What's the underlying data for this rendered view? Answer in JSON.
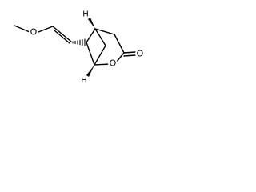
{
  "molecule": {
    "atoms": {
      "methoxy_oxygen": "O",
      "ring_oxygen": "O",
      "carbonyl_oxygen": "O",
      "bridgehead_h_top": "H",
      "bridgehead_h_bottom": "H"
    },
    "colors": {
      "bond": "#000000",
      "background": "#ffffff"
    }
  }
}
